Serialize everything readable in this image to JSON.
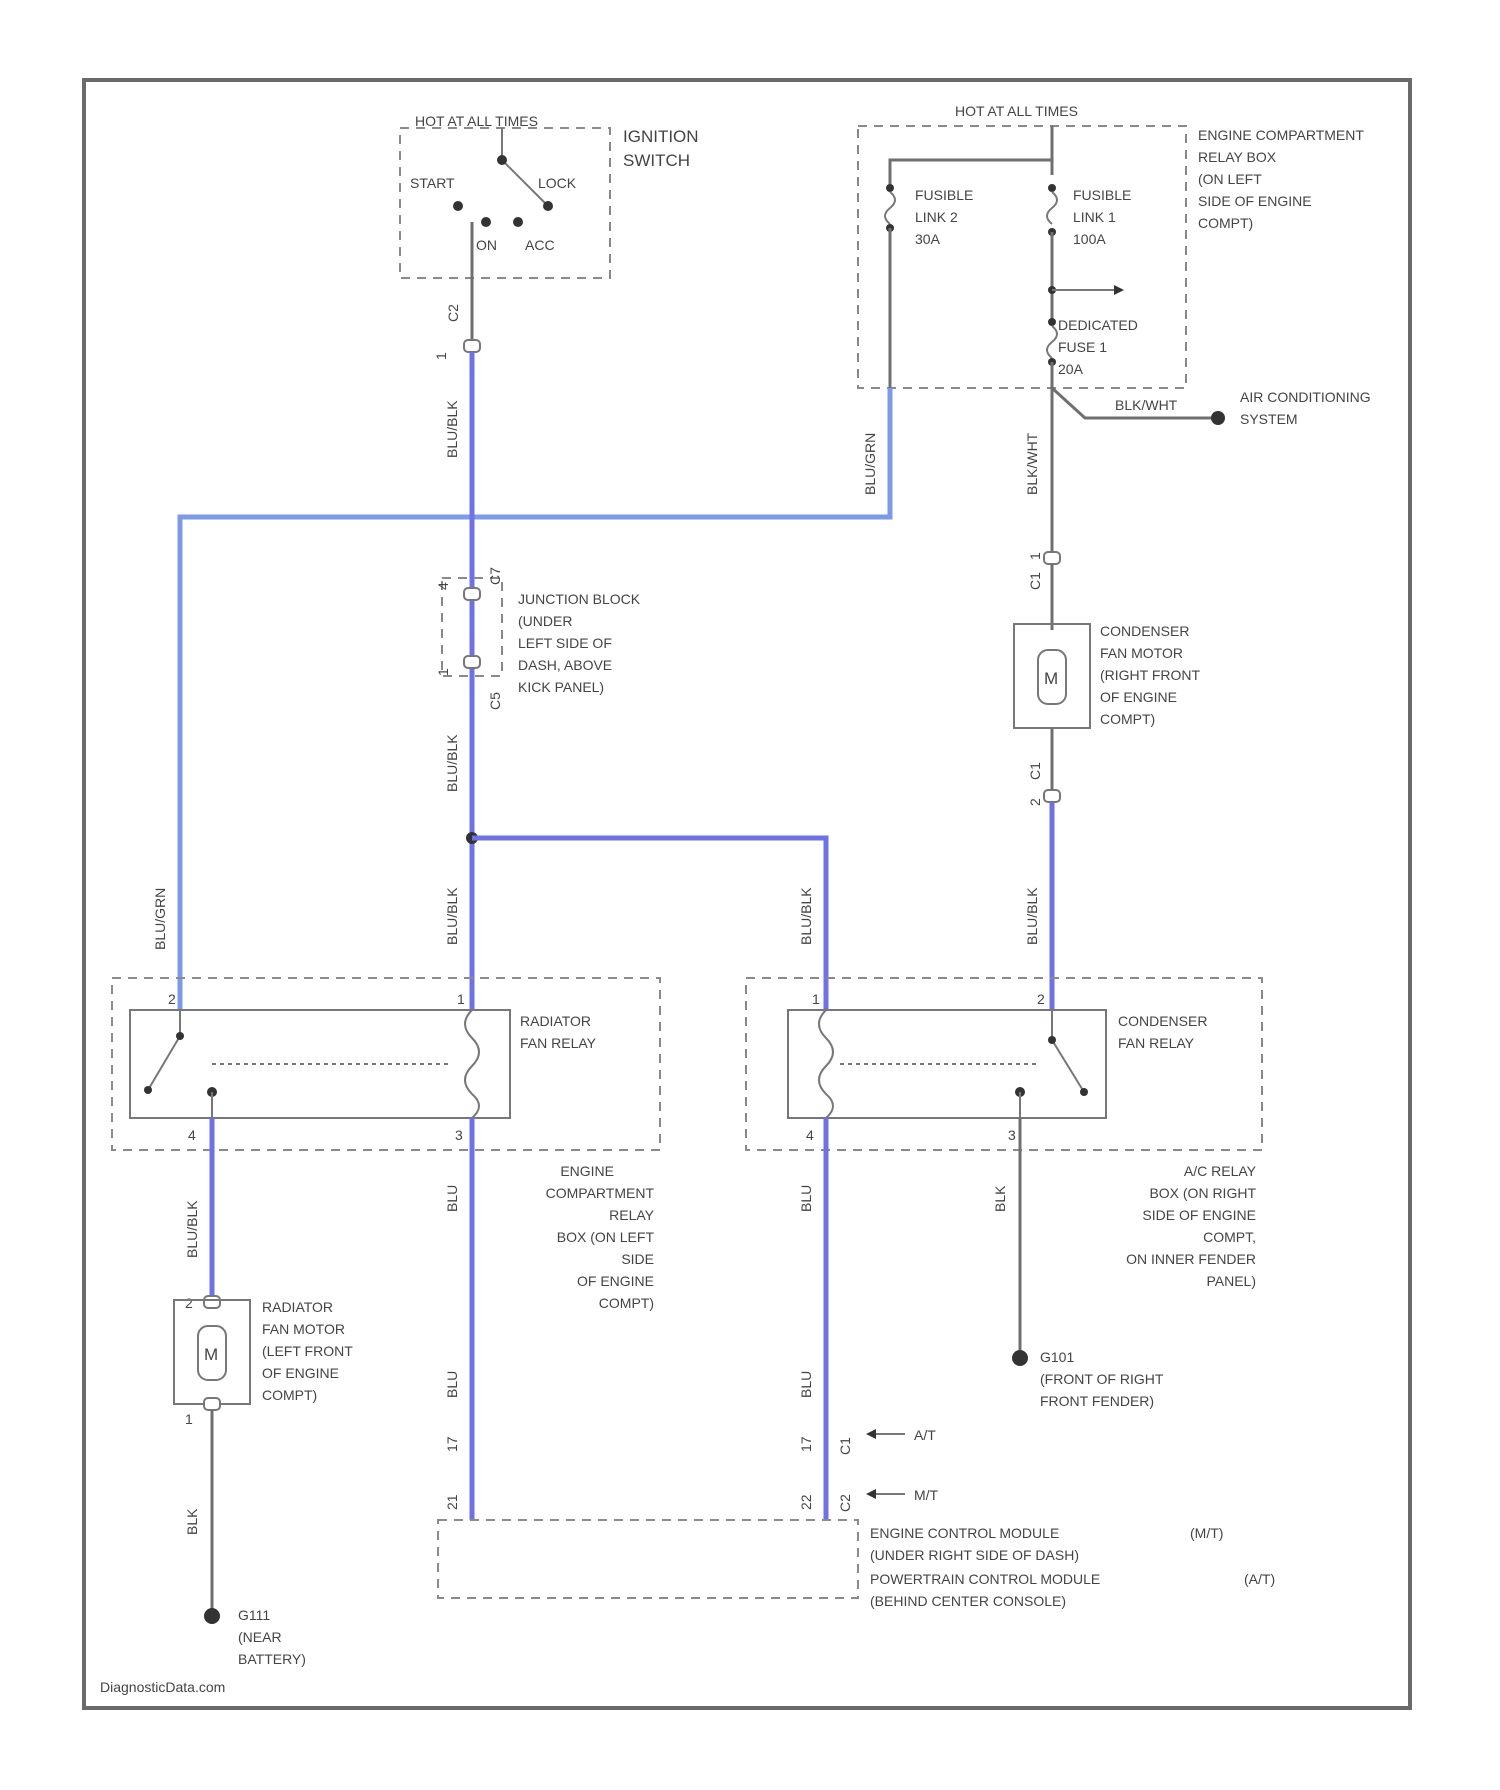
{
  "colors": {
    "wire_blue": "#6f72e6",
    "wire_blue_light": "#7d9ae8",
    "frame": "#6a6a6a"
  },
  "ignition": {
    "header": "HOT AT ALL TIMES",
    "name": [
      "IGNITION",
      "SWITCH"
    ],
    "positions": {
      "start": "START",
      "lock": "LOCK",
      "on": "ON",
      "acc": "ACC"
    }
  },
  "relay_box": {
    "header": "HOT AT ALL TIMES",
    "name": [
      "ENGINE COMPARTMENT",
      "RELAY BOX",
      "(ON LEFT",
      "SIDE OF ENGINE",
      "COMPT)"
    ],
    "fusible_link_2": [
      "FUSIBLE",
      "LINK 2",
      "30A"
    ],
    "fusible_link_1": [
      "FUSIBLE",
      "LINK 1",
      "100A"
    ],
    "dedicated_fuse": [
      "DEDICATED",
      "FUSE 1",
      "20A"
    ]
  },
  "ac_system": {
    "wire": "BLK/WHT",
    "label": [
      "AIR CONDITIONING",
      "SYSTEM"
    ]
  },
  "wires": {
    "blu_blk": "BLU/BLK",
    "blu_grn": "BLU/GRN",
    "blk_wht": "BLK/WHT",
    "blu": "BLU",
    "blk": "BLK"
  },
  "pins": {
    "ign_c": "1",
    "ign_plug": "C2",
    "jb_top_c": "4",
    "jb_top": "C7",
    "jb_bot_c": "1",
    "jb_bot": "C5",
    "cfm_top_c": "1",
    "cfm_top": "C1",
    "cfm_bot_c": "2",
    "cfm_bot": "C1",
    "rfr_2": "2",
    "rfr_1": "1",
    "rfr_4": "4",
    "rfr_3": "3",
    "cfr_1": "1",
    "cfr_2": "2",
    "cfr_4": "4",
    "cfr_3": "3",
    "rfm_2": "2",
    "rfm_1": "1",
    "ecm_left_top": "17",
    "ecm_left_bot": "21",
    "ecm_right_top": "17",
    "ecm_right_top_c": "C1",
    "ecm_right_bot": "22",
    "ecm_right_bot_c": "C2"
  },
  "junction_block": [
    "JUNCTION BLOCK",
    "(UNDER",
    "LEFT SIDE OF",
    "DASH, ABOVE",
    "KICK PANEL)"
  ],
  "condenser_fan_motor": [
    "CONDENSER",
    "FAN MOTOR",
    "(RIGHT FRONT",
    "OF ENGINE",
    "COMPT)"
  ],
  "radiator_fan_relay": [
    "RADIATOR",
    "FAN RELAY"
  ],
  "condenser_fan_relay": [
    "CONDENSER",
    "FAN RELAY"
  ],
  "engine_relay_box": [
    "ENGINE",
    "COMPARTMENT",
    "RELAY",
    "BOX (ON LEFT",
    "SIDE",
    "OF ENGINE",
    "COMPT)"
  ],
  "ac_relay_box": [
    "A/C RELAY",
    "BOX (ON RIGHT",
    "SIDE OF ENGINE",
    "COMPT,",
    "ON INNER FENDER",
    "PANEL)"
  ],
  "radiator_fan_motor": [
    "RADIATOR",
    "FAN MOTOR",
    "(LEFT FRONT",
    "OF ENGINE",
    "COMPT)"
  ],
  "motor_symbol": "M",
  "ground_g101": [
    "G101",
    "(FRONT OF RIGHT",
    "FRONT FENDER)"
  ],
  "ground_g111": [
    "G111",
    "(NEAR",
    "BATTERY)"
  ],
  "transmission": {
    "at": "A/T",
    "mt": "M/T"
  },
  "ecm": {
    "line1": "ENGINE CONTROL MODULE",
    "line2": "(UNDER RIGHT SIDE OF DASH)",
    "line3": "POWERTRAIN CONTROL MODULE",
    "line4": "(BEHIND CENTER CONSOLE)",
    "mt": "(M/T)",
    "at": "(A/T)"
  },
  "watermark": "DiagnosticData.com"
}
